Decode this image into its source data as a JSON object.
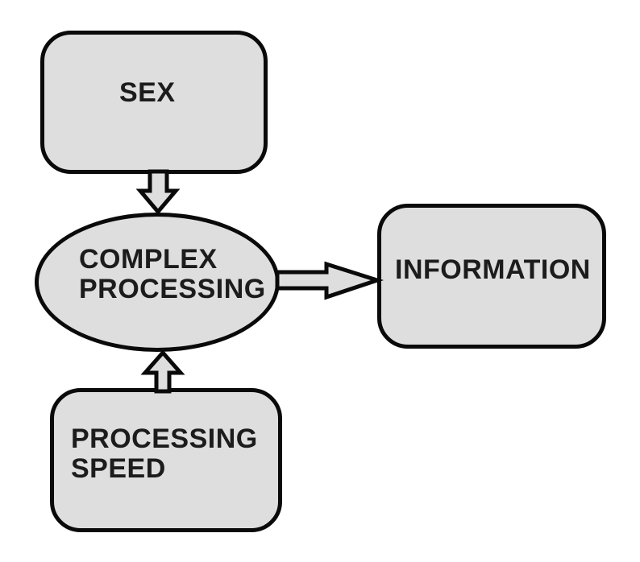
{
  "diagram": {
    "type": "flow-diagram",
    "background_color": "#ffffff",
    "node_fill_color": "#dedede",
    "node_border_color": "#0a0a0a",
    "text_color": "#1c1c1c",
    "nodes": {
      "sex": {
        "shape": "rounded-rect",
        "label": "SEX"
      },
      "complex_processing": {
        "shape": "ellipse",
        "label": "COMPLEX PROCESSING",
        "line1": "COMPLEX",
        "line2": "PROCESSING"
      },
      "information": {
        "shape": "rounded-rect",
        "label": "INFORMATION"
      },
      "processing_speed": {
        "shape": "rounded-rect",
        "label": "PROCESSING SPEED",
        "line1": "PROCESSING",
        "line2": "SPEED"
      }
    },
    "edges": [
      {
        "from": "sex",
        "to": "complex_processing",
        "direction": "down",
        "style": "hollow-block-arrow"
      },
      {
        "from": "processing_speed",
        "to": "complex_processing",
        "direction": "up",
        "style": "hollow-block-arrow"
      },
      {
        "from": "complex_processing",
        "to": "information",
        "direction": "right",
        "style": "hollow-block-arrow"
      }
    ]
  }
}
